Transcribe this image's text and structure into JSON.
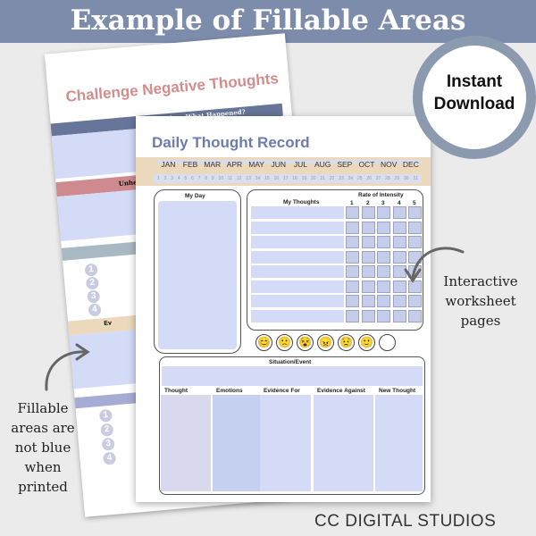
{
  "banner": {
    "title": "Example of Fillable Areas"
  },
  "badge": {
    "line1": "Instant",
    "line2": "Download"
  },
  "notes": {
    "right": "Interactive worksheet pages",
    "left": "Fillable areas are not blue when printed"
  },
  "footer": "CC DIGITAL STUDIOS",
  "back_page": {
    "title": "Challenge Negative Thoughts",
    "situation": "Situation: What Happened?",
    "unhelpful": "Unhelpful",
    "evidence": "Ev",
    "numbers": [
      "1",
      "2",
      "3",
      "4"
    ]
  },
  "front_page": {
    "title": "Daily Thought Record",
    "months": [
      "JAN",
      "FEB",
      "MAR",
      "APR",
      "MAY",
      "JUN",
      "JUL",
      "AUG",
      "SEP",
      "OCT",
      "NOV",
      "DEC"
    ],
    "days": [
      "1",
      "2",
      "3",
      "4",
      "5",
      "6",
      "7",
      "8",
      "9",
      "10",
      "11",
      "12",
      "13",
      "14",
      "15",
      "16",
      "17",
      "18",
      "19",
      "20",
      "21",
      "22",
      "23",
      "24",
      "25",
      "26",
      "27",
      "28",
      "29",
      "30",
      "31"
    ],
    "my_day": "My Day",
    "my_thoughts": "My Thoughts",
    "rate_of_intensity": "Rate of Intensity",
    "ratings": [
      "1",
      "2",
      "3",
      "4",
      "5"
    ],
    "moods": [
      "😊",
      "🙁",
      "😵",
      "😠",
      "😟",
      "🙂",
      ""
    ],
    "situation": "Situation/Event",
    "columns": [
      "Thought",
      "Emotions",
      "Evidence For",
      "Evidence Against",
      "New Thought"
    ]
  },
  "colors": {
    "banner": "#7d8cab",
    "fill_blue": "#d3dbf7",
    "title_blue": "#6b7cb0",
    "month_band": "#ecd8bb",
    "back_title": "#d38d8d"
  }
}
